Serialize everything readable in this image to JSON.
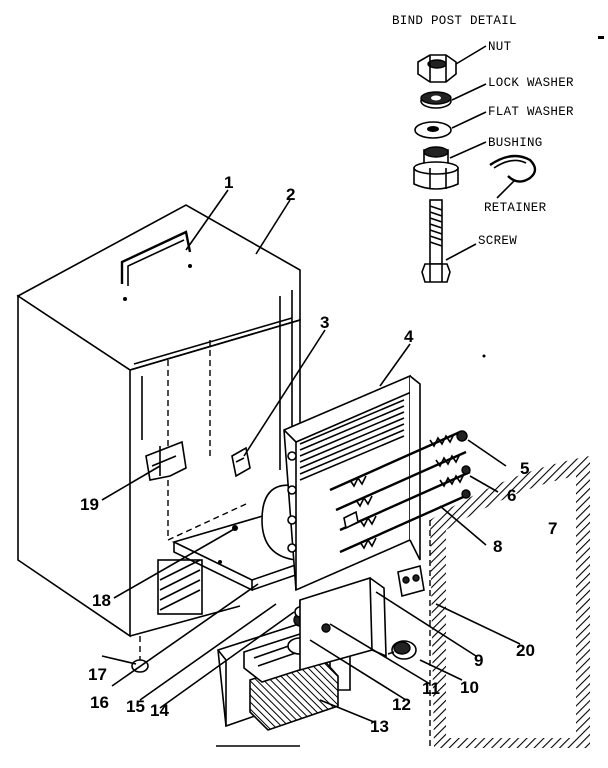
{
  "detail": {
    "title": "BIND POST DETAIL",
    "labels": {
      "nut": "NUT",
      "lock_washer": "LOCK WASHER",
      "flat_washer": "FLAT WASHER",
      "bushing": "BUSHING",
      "retainer": "RETAINER",
      "screw": "SCREW"
    }
  },
  "callouts": {
    "c1": "1",
    "c2": "2",
    "c3": "3",
    "c4": "4",
    "c5": "5",
    "c6": "6",
    "c7": "7",
    "c8": "8",
    "c9": "9",
    "c10": "10",
    "c11": "11",
    "c12": "12",
    "c13": "13",
    "c14": "14",
    "c15": "15",
    "c16": "16",
    "c17": "17",
    "c18": "18",
    "c19": "19",
    "c20": "20"
  }
}
